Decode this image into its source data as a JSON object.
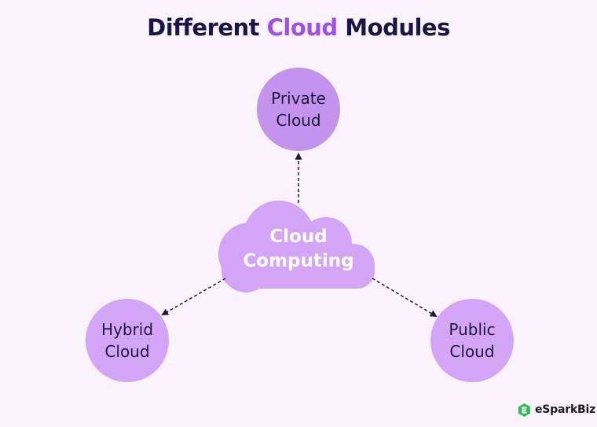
{
  "title": {
    "part1": "Different ",
    "accent": "Cloud",
    "part2": " Modules"
  },
  "center": {
    "line1": "Cloud",
    "line2": "Computing"
  },
  "nodes": {
    "private": {
      "line1": "Private",
      "line2": "Cloud"
    },
    "hybrid": {
      "line1": "Hybrid",
      "line2": "Cloud"
    },
    "public": {
      "line1": "Public",
      "line2": "Cloud"
    }
  },
  "logo": {
    "text": "eSparkBiz",
    "icon": "esparkbiz-logo-icon",
    "color": "#2ebd59"
  },
  "colors": {
    "background": "#fbf4fc",
    "title": "#181547",
    "title_accent": "#a34ee8",
    "cloud_fill": "#d4a4f7",
    "private_fill": "#c393ee",
    "node_fill": "#d4a4f7",
    "arrow": "#1c1a3a"
  }
}
